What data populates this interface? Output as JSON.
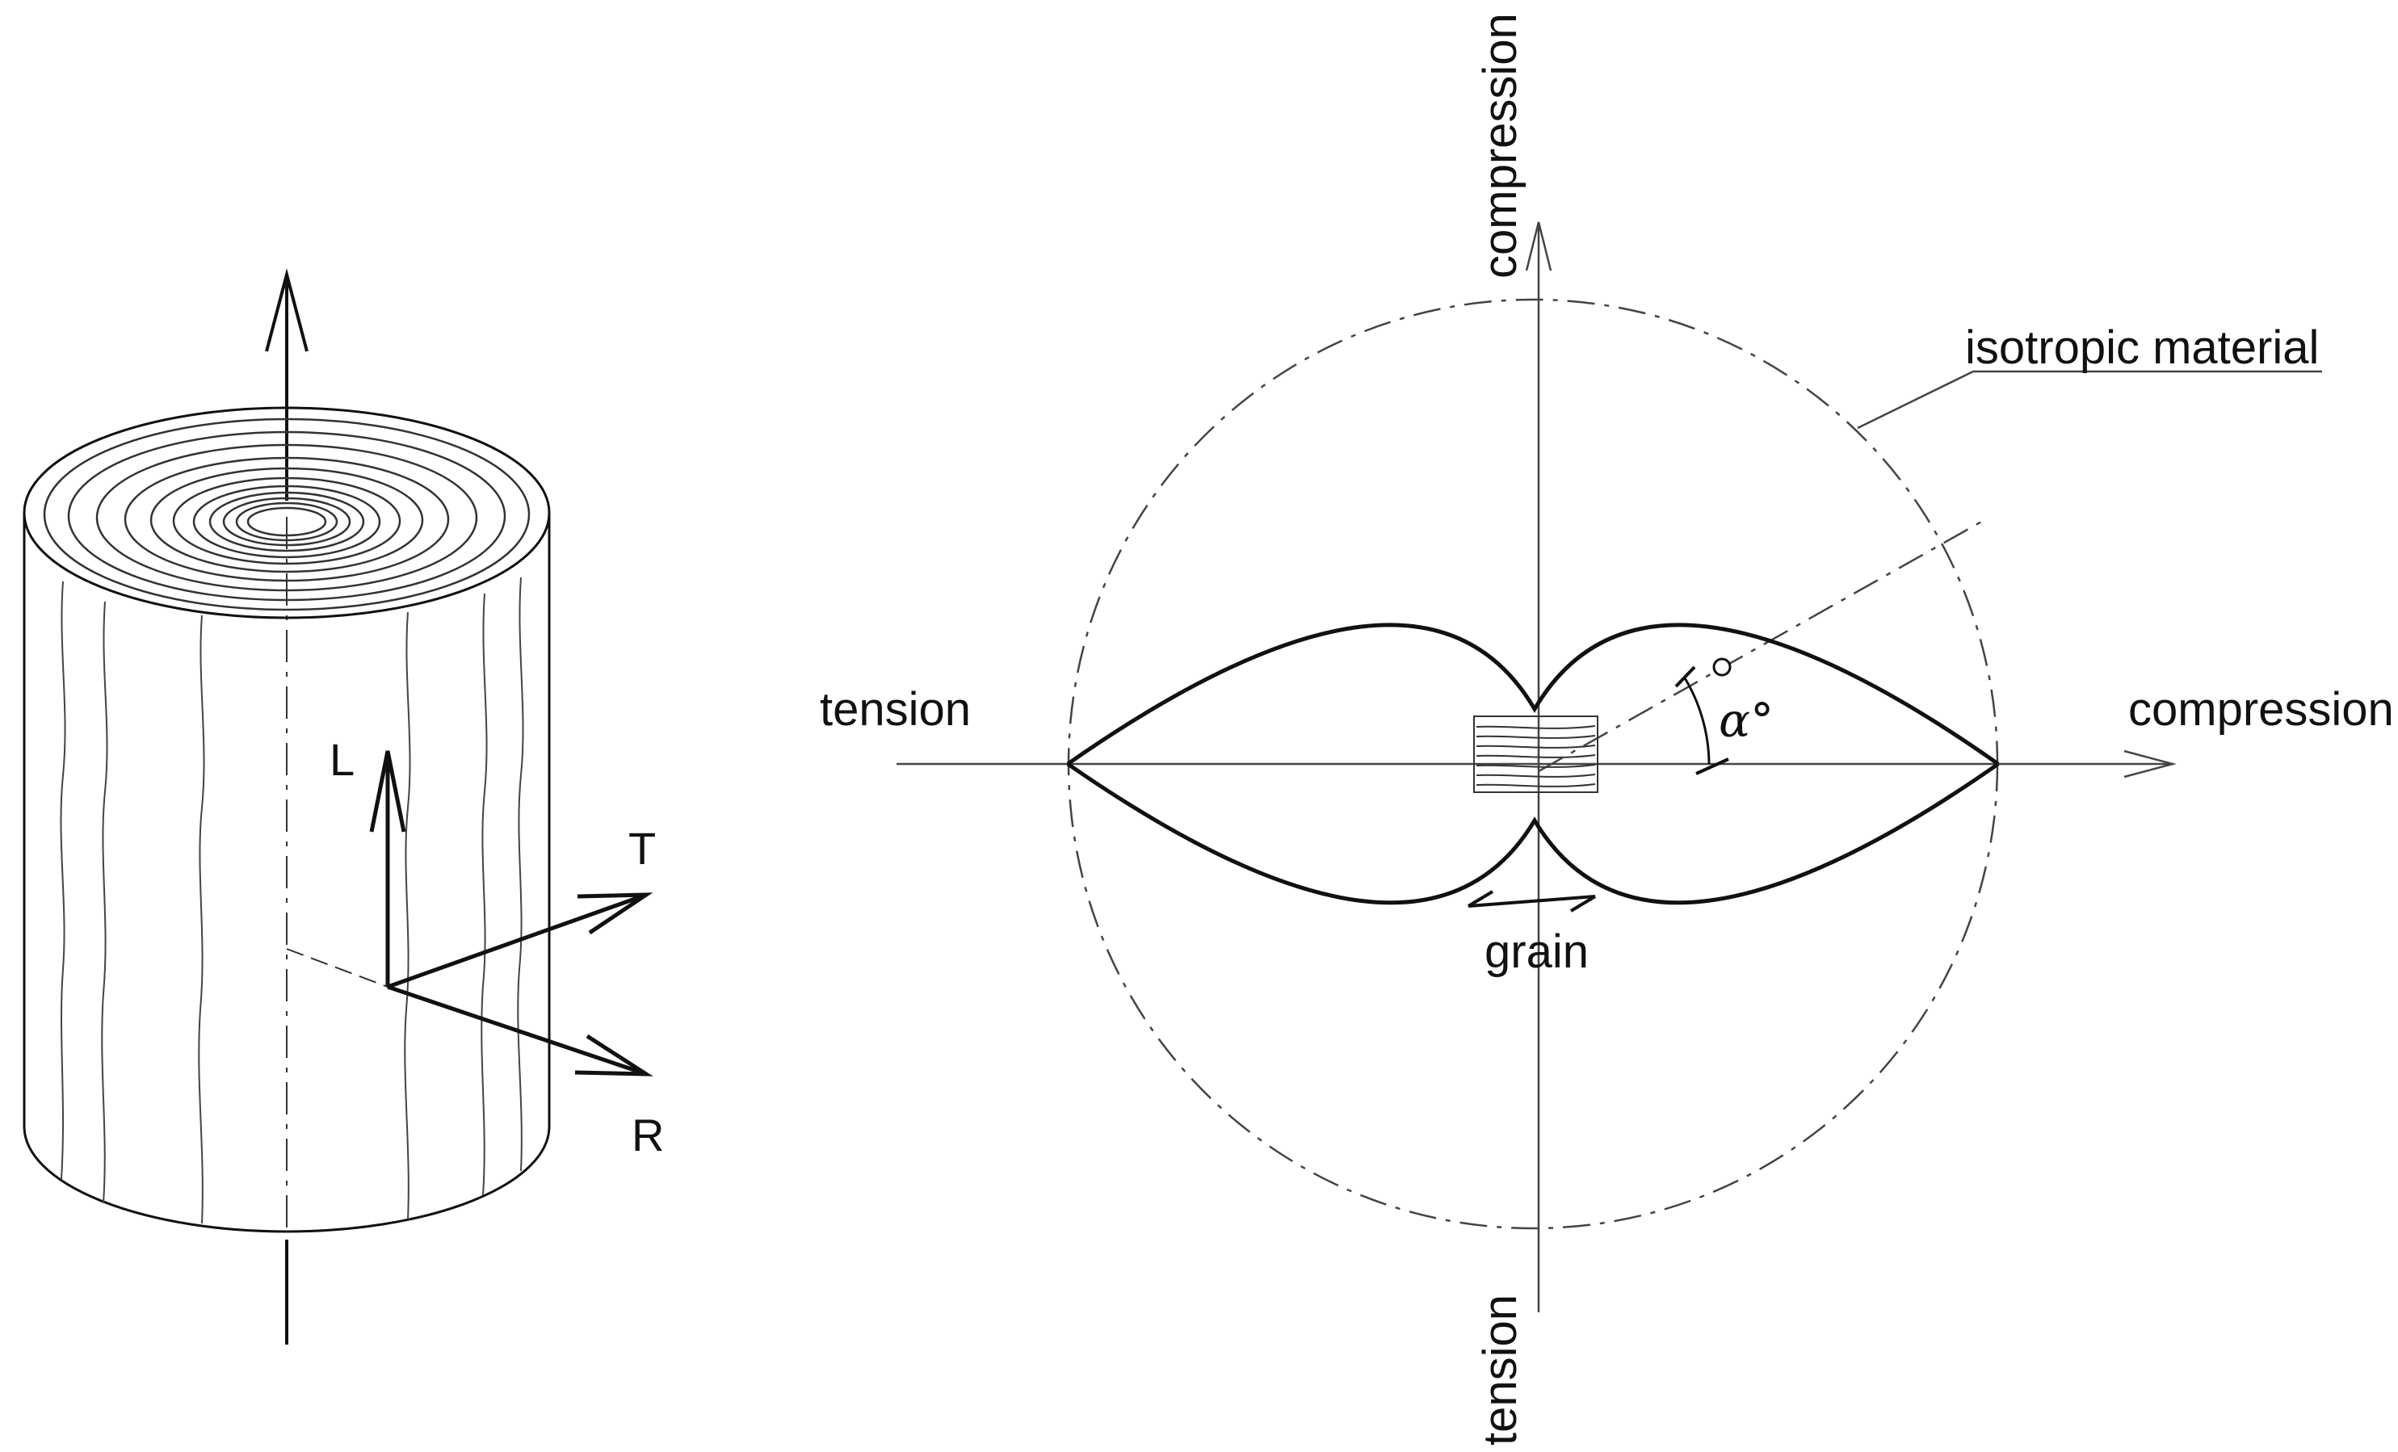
{
  "cylinder": {
    "axes": {
      "longitudinal": "L",
      "tangential": "T",
      "radial": "R"
    }
  },
  "polar_diagram": {
    "right_label": "compression",
    "left_label": "tension",
    "top_label": "compression",
    "bottom_label": "tension",
    "reference_label": "isotropic material",
    "grain_label": "grain",
    "angle_label": "α°"
  },
  "colors": {
    "ink": "#111111",
    "light_ink": "#555555",
    "background": "#ffffff"
  }
}
